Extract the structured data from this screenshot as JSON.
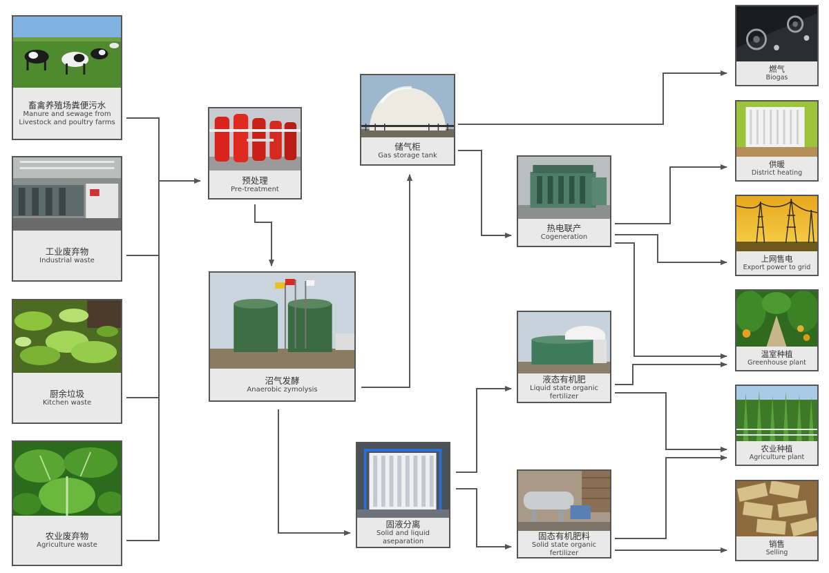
{
  "sources": [
    {
      "cn": "畜禽养殖场粪便污水",
      "en": "Manure and sewage from Livestock and poultry farms",
      "icon": "cows-image"
    },
    {
      "cn": "工业废弃物",
      "en": "Industrial waste",
      "icon": "factory-interior-image"
    },
    {
      "cn": "厨余垃圾",
      "en": "Kitchen waste",
      "icon": "vegetable-scraps-image"
    },
    {
      "cn": "农业废弃物",
      "en": "Agriculture waste",
      "icon": "green-leaves-image"
    }
  ],
  "process": {
    "pretreatment": {
      "cn": "预处理",
      "en": "Pre-treatment",
      "icon": "red-tanks-image"
    },
    "anaerobic": {
      "cn": "沼气发酵",
      "en": "Anaerobic zymolysis",
      "icon": "digester-tanks-image"
    },
    "gas_storage": {
      "cn": "储气柜",
      "en": "Gas storage tank",
      "icon": "gas-dome-image"
    },
    "separation": {
      "cn": "固液分离",
      "en": "Solid and liquid aseparation",
      "icon": "filter-unit-image"
    },
    "cogeneration": {
      "cn": "热电联产",
      "en": "Cogeneration",
      "icon": "generator-engine-image"
    },
    "liquid_fertilizer": {
      "cn": "液态有机肥",
      "en": "Liquid state organic fertilizer",
      "icon": "storage-tank-image"
    },
    "solid_fertilizer": {
      "cn": "固态有机肥料",
      "en": "Solid state organic fertilizer",
      "icon": "fertilizer-machine-image"
    }
  },
  "outputs": [
    {
      "cn": "燃气",
      "en": "Biogas",
      "icon": "gas-stove-image"
    },
    {
      "cn": "供暖",
      "en": "District heating",
      "icon": "radiator-image"
    },
    {
      "cn": "上网售电",
      "en": "Export power to grid",
      "icon": "power-lines-image"
    },
    {
      "cn": "温室种植",
      "en": "Greenhouse plant",
      "icon": "greenhouse-image"
    },
    {
      "cn": "农业种植",
      "en": "Agriculture plant",
      "icon": "corn-field-image"
    },
    {
      "cn": "销售",
      "en": "Selling",
      "icon": "money-image"
    }
  ],
  "colors": {
    "line": "#555555",
    "border": "#555555",
    "label_bg": "#e9e9e9",
    "text": "#333333"
  }
}
